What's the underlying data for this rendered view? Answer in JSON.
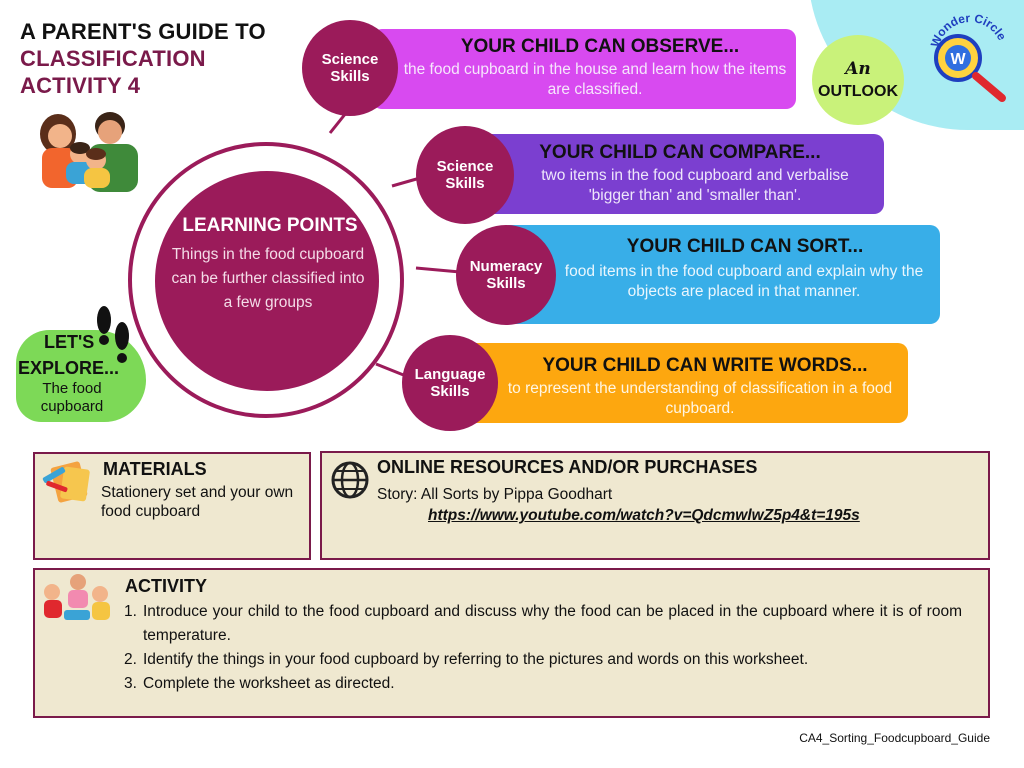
{
  "title": {
    "line1": "A PARENT'S GUIDE TO",
    "line2": "CLASSIFICATION",
    "line3": "ACTIVITY 4"
  },
  "outlook": {
    "an": "An",
    "word": "OUTLOOK",
    "logo_text": "Wonder Circle",
    "logo_letter": "W"
  },
  "skills": [
    {
      "skill": "Science Skills",
      "heading": "YOUR CHILD CAN OBSERVE...",
      "text": "the food cupboard in the house and learn how the items are classified.",
      "color": "#d84af0"
    },
    {
      "skill": "Science Skills",
      "heading": "YOUR CHILD CAN COMPARE...",
      "text": "two items in the food cupboard and verbalise 'bigger than' and 'smaller than'.",
      "color": "#7b3fd0"
    },
    {
      "skill": "Numeracy Skills",
      "heading": "YOUR CHILD CAN SORT...",
      "text": "food items in the food cupboard and explain why the objects are placed in that manner.",
      "color": "#38aee8"
    },
    {
      "skill": "Language Skills",
      "heading": "YOUR CHILD CAN WRITE WORDS...",
      "text": "to represent the understanding of classification in a food cupboard.",
      "color": "#fda70f"
    }
  ],
  "learning_points": {
    "title": "LEARNING POINTS",
    "text": "Things in the food cupboard can be further classified into a few groups"
  },
  "explore": {
    "line1": "LET'S",
    "line2": "EXPLORE...",
    "text": "The food cupboard"
  },
  "materials": {
    "heading": "MATERIALS",
    "text": "Stationery set and your own food cupboard"
  },
  "resources": {
    "heading": "ONLINE RESOURCES AND/OR PURCHASES",
    "story": "Story: All Sorts by Pippa Goodhart",
    "link": "https://www.youtube.com/watch?v=QdcmwlwZ5p4&t=195s"
  },
  "activity": {
    "heading": "ACTIVITY",
    "steps": [
      {
        "num": "1.",
        "text": "Introduce your child to the food cupboard and discuss why the food can be placed in the cupboard where it is of room temperature."
      },
      {
        "num": "2.",
        "text": "Identify the things in your food cupboard by referring to the pictures and words on this worksheet."
      },
      {
        "num": "3.",
        "text": "Complete the worksheet as directed."
      }
    ]
  },
  "footer": "CA4_Sorting_Foodcupboard_Guide"
}
